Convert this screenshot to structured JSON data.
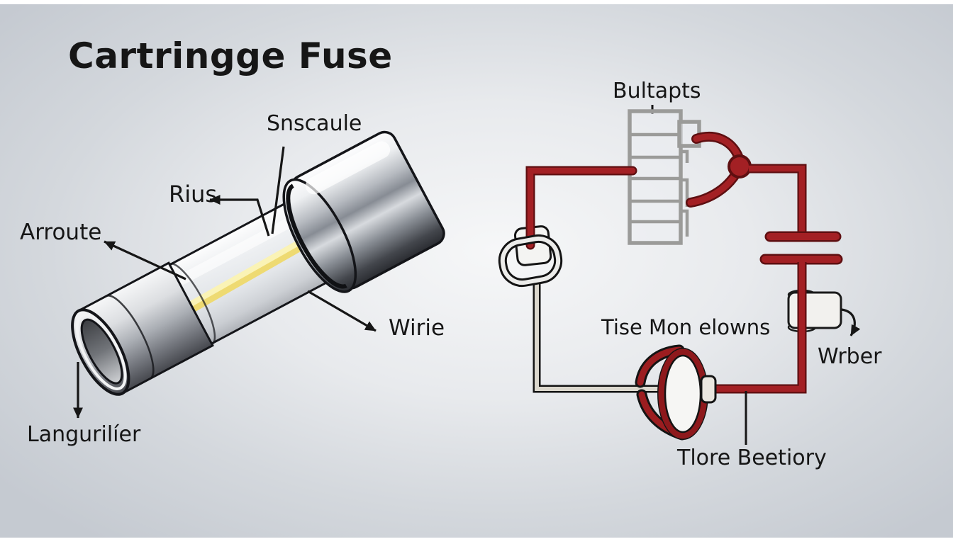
{
  "title": "Cartringge Fuse",
  "fuse": {
    "labels": {
      "element": "Snscaule",
      "inner": "Rius",
      "body": "Arroute",
      "wire": "Wirie",
      "end_cap": "Langurilíer"
    }
  },
  "circuit": {
    "labels": {
      "battery": "Bultapts",
      "note": "Tise Mon elowns",
      "component": "Wrber",
      "bulb": "Tlore Beetiory"
    }
  },
  "colors": {
    "wire_red": "#a32024",
    "wire_red_outline": "#5e0f11",
    "battery_gray": "#9b9b99",
    "gray_wire": "#dbd7cd",
    "filament_yellow": "#eeda72",
    "text": "#161616",
    "background_edge": "#c5cad1",
    "background_center": "#f6f7f8"
  }
}
